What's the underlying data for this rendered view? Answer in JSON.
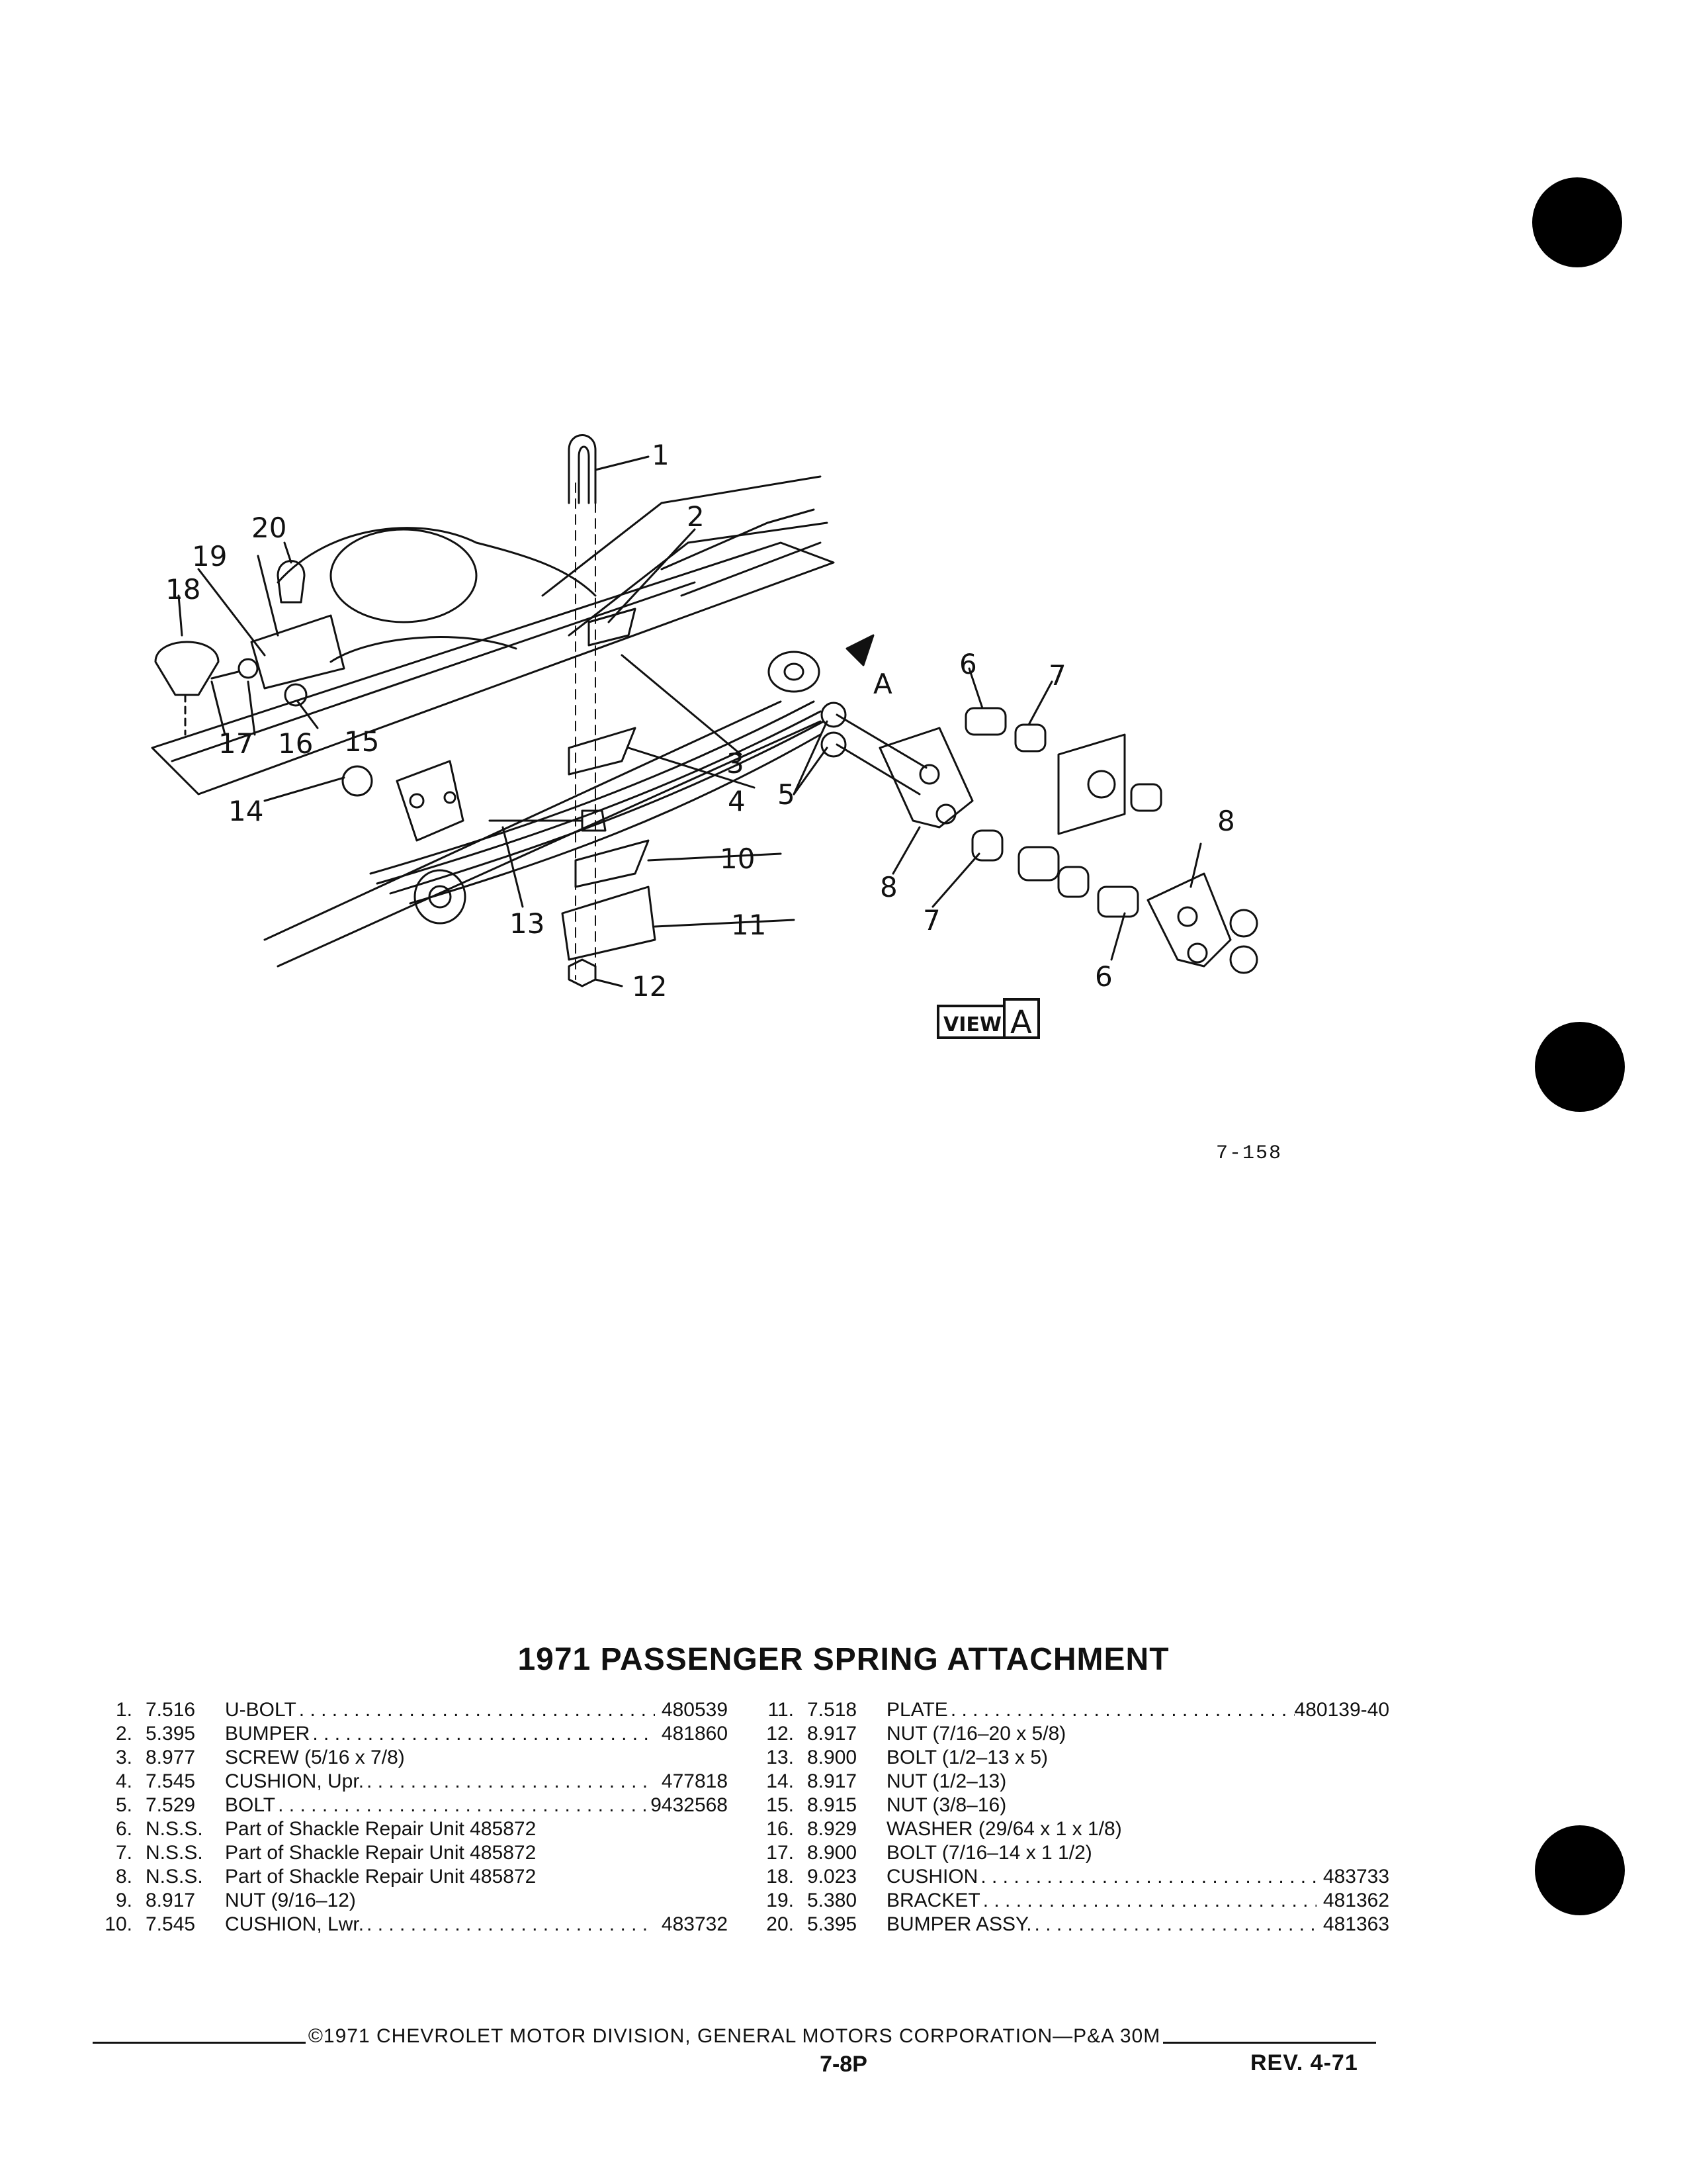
{
  "figure_number": "7-158",
  "callouts": [
    "1",
    "2",
    "3",
    "4",
    "5",
    "6",
    "7",
    "8",
    "10",
    "11",
    "12",
    "13",
    "14",
    "15",
    "16",
    "17",
    "18",
    "19",
    "20"
  ],
  "view_label": {
    "word": "VIEW",
    "letter": "A"
  },
  "view_marker": "A",
  "title": "1971 PASSENGER SPRING ATTACHMENT",
  "parts_left": [
    {
      "num": "1.",
      "group": "7.516",
      "desc": "U-BOLT",
      "dots": true,
      "part": "480539"
    },
    {
      "num": "2.",
      "group": "5.395",
      "desc": "BUMPER",
      "dots": true,
      "part": "481860"
    },
    {
      "num": "3.",
      "group": "8.977",
      "desc": "SCREW (5/16 x 7/8)",
      "dots": false,
      "part": ""
    },
    {
      "num": "4.",
      "group": "7.545",
      "desc": "CUSHION, Upr.",
      "dots": true,
      "part": "477818"
    },
    {
      "num": "5.",
      "group": "7.529",
      "desc": "BOLT",
      "dots": true,
      "part": "9432568"
    },
    {
      "num": "6.",
      "group": "N.S.S.",
      "desc": "Part of Shackle Repair Unit 485872",
      "dots": false,
      "part": ""
    },
    {
      "num": "7.",
      "group": "N.S.S.",
      "desc": "Part of Shackle Repair Unit 485872",
      "dots": false,
      "part": ""
    },
    {
      "num": "8.",
      "group": "N.S.S.",
      "desc": "Part of Shackle Repair Unit 485872",
      "dots": false,
      "part": ""
    },
    {
      "num": "9.",
      "group": "8.917",
      "desc": "NUT (9/16–12)",
      "dots": false,
      "part": ""
    },
    {
      "num": "10.",
      "group": "7.545",
      "desc": "CUSHION, Lwr.",
      "dots": true,
      "part": "483732"
    }
  ],
  "parts_right": [
    {
      "num": "11.",
      "group": "7.518",
      "desc": "PLATE",
      "dots": true,
      "part": "480139-40"
    },
    {
      "num": "12.",
      "group": "8.917",
      "desc": "NUT (7/16–20 x 5/8)",
      "dots": false,
      "part": ""
    },
    {
      "num": "13.",
      "group": "8.900",
      "desc": "BOLT (1/2–13 x 5)",
      "dots": false,
      "part": ""
    },
    {
      "num": "14.",
      "group": "8.917",
      "desc": "NUT (1/2–13)",
      "dots": false,
      "part": ""
    },
    {
      "num": "15.",
      "group": "8.915",
      "desc": "NUT (3/8–16)",
      "dots": false,
      "part": ""
    },
    {
      "num": "16.",
      "group": "8.929",
      "desc": "WASHER (29/64 x 1 x 1/8)",
      "dots": false,
      "part": ""
    },
    {
      "num": "17.",
      "group": "8.900",
      "desc": "BOLT (7/16–14 x 1 1/2)",
      "dots": false,
      "part": ""
    },
    {
      "num": "18.",
      "group": "9.023",
      "desc": "CUSHION",
      "dots": true,
      "part": "483733"
    },
    {
      "num": "19.",
      "group": "5.380",
      "desc": "BRACKET",
      "dots": true,
      "part": "481362"
    },
    {
      "num": "20.",
      "group": "5.395",
      "desc": "BUMPER ASSY.",
      "dots": true,
      "part": "481363"
    }
  ],
  "footer": {
    "copyright": "©1971 CHEVROLET MOTOR DIVISION, GENERAL MOTORS CORPORATION—P&A 30M",
    "page": "7-8P",
    "revision": "REV. 4-71"
  }
}
